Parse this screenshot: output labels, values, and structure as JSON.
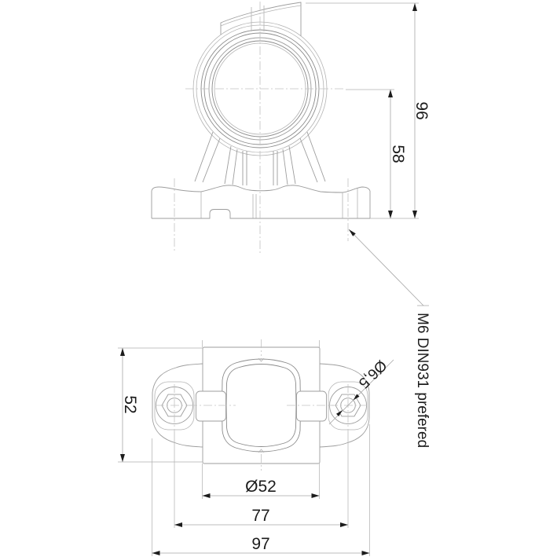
{
  "drawing": {
    "type": "technical-drawing",
    "subject": "pendant marker lamp bracket, front view and plan view",
    "colors": {
      "background": "#ffffff",
      "part_outline": "#9d9d9d",
      "centerline": "#c2c2c2",
      "dimension_line": "#a6a6a6",
      "text_and_arrows": "#1c1c1c"
    },
    "dimensions": {
      "overall_height": "96",
      "lens_center_height": "58",
      "body_height_plan": "52",
      "lens_diameter": "Ø52",
      "bolt_hole_spacing": "77",
      "base_length": "97",
      "bolt_hole_diameter": "Ø6,5"
    },
    "notes": {
      "bolt_note": "M6 DIN931 prefered"
    }
  }
}
